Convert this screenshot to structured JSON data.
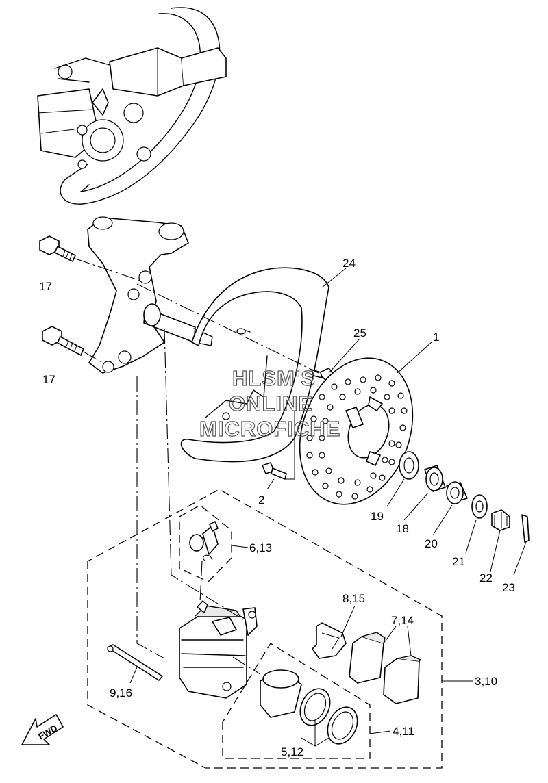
{
  "watermark": {
    "line1": "HLSM'S",
    "line2": "ONLINE",
    "line3": "MICROFICHE"
  },
  "direction_label": "FWD",
  "callouts": {
    "c1": "1",
    "c2": "2",
    "c17a": "17",
    "c17b": "17",
    "c19": "19",
    "c18": "18",
    "c20": "20",
    "c21": "21",
    "c22": "22",
    "c23": "23",
    "c24": "24",
    "c25": "25",
    "c6_13": "6,13",
    "c8_15": "8,15",
    "c7_14": "7,14",
    "c3_10": "3,10",
    "c9_16": "9,16",
    "c4_11": "4,11",
    "c5_12": "5,12"
  }
}
